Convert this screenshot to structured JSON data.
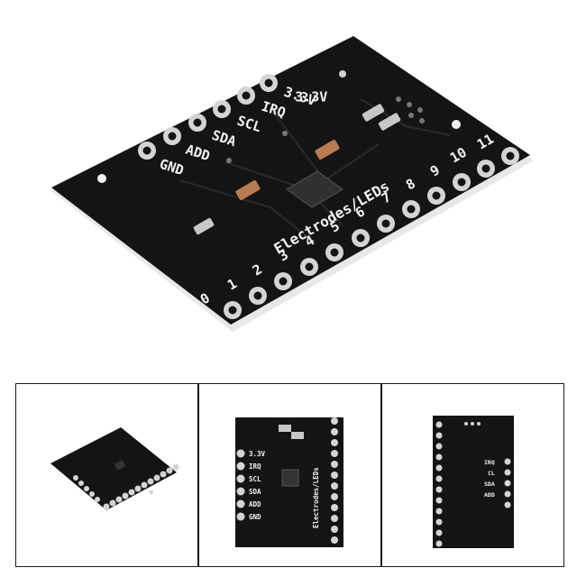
{
  "board": {
    "left_pin_labels": [
      "3.3V",
      "IRQ",
      "SCL",
      "SDA",
      "ADD",
      "GND"
    ],
    "electrode_numbers": [
      "0",
      "1",
      "2",
      "3",
      "4",
      "5",
      "6",
      "7",
      "8",
      "9",
      "10",
      "11"
    ],
    "electrodes_label": "Electrodes/LEDs"
  },
  "back_labels": [
    "IRQ",
    "CL",
    "SDA",
    "ADD"
  ],
  "colors": {
    "pcb": "#141414",
    "pad": "#d4d4d4",
    "silkscreen": "#f2f2f2",
    "edge": "#e6e6e6"
  }
}
